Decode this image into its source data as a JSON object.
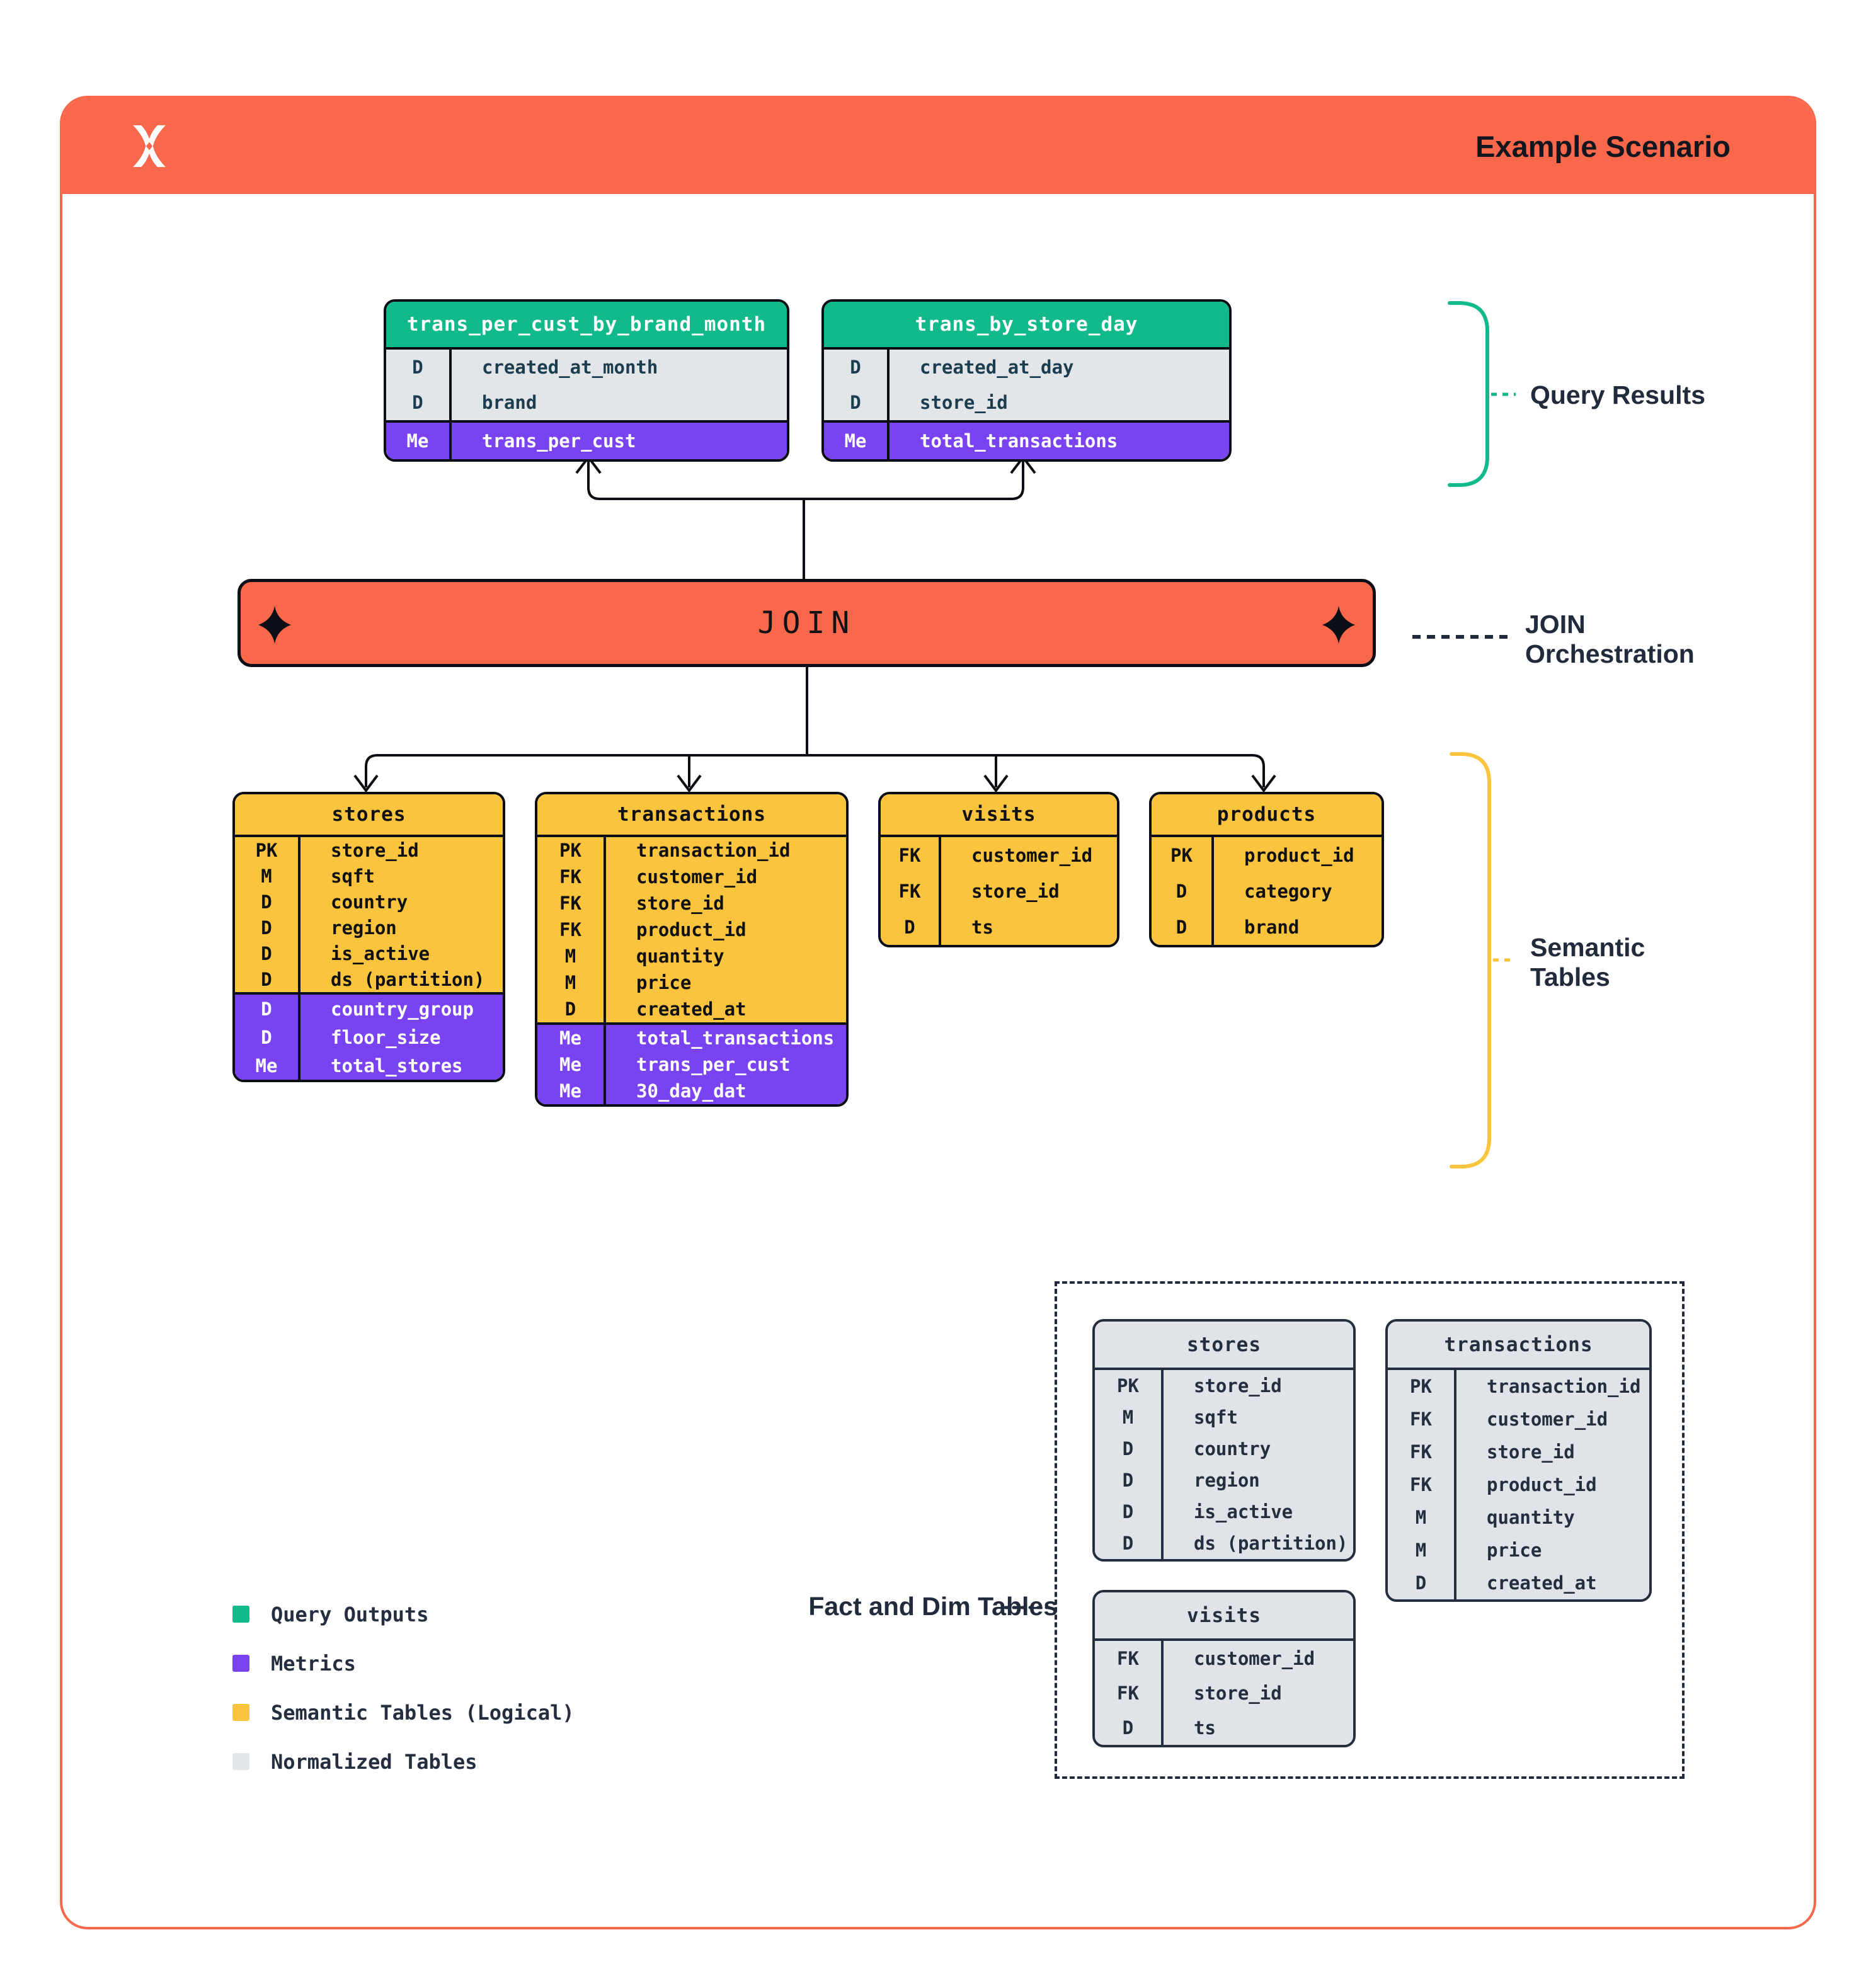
{
  "colors": {
    "accent_orange": "#F9684A",
    "teal_green": "#12B98B",
    "purple": "#7A43F2",
    "yellow": "#FBC43F",
    "gray_table": "#E0E3E8",
    "ink_border": "#0B0E14",
    "navy_text": "#242E3F"
  },
  "header": {
    "title": "Example Scenario",
    "logo_icon": "x-sparkle-logo"
  },
  "join": {
    "label": "JOIN"
  },
  "annotations": {
    "query_results": "Query Results",
    "join_orchestration": "JOIN\nOrchestration",
    "semantic_tables": "Semantic\nTables",
    "fact_dim": "Fact and Dim Tables"
  },
  "query_result_tables": [
    {
      "title": "trans_per_cust_by_brand_month",
      "dims": [
        [
          "D",
          "created_at_month"
        ],
        [
          "D",
          "brand"
        ]
      ],
      "metrics": [
        [
          "Me",
          "trans_per_cust"
        ]
      ]
    },
    {
      "title": "trans_by_store_day",
      "dims": [
        [
          "D",
          "created_at_day"
        ],
        [
          "D",
          "store_id"
        ]
      ],
      "metrics": [
        [
          "Me",
          "total_transactions"
        ]
      ]
    }
  ],
  "semantic_tables": [
    {
      "title": "stores",
      "fields": [
        [
          "PK",
          "store_id"
        ],
        [
          "M",
          "sqft"
        ],
        [
          "D",
          "country"
        ],
        [
          "D",
          "region"
        ],
        [
          "D",
          "is_active"
        ],
        [
          "D",
          "ds (partition)"
        ]
      ],
      "metrics": [
        [
          "D",
          "country_group"
        ],
        [
          "D",
          "floor_size"
        ],
        [
          "Me",
          "total_stores"
        ]
      ]
    },
    {
      "title": "transactions",
      "fields": [
        [
          "PK",
          "transaction_id"
        ],
        [
          "FK",
          "customer_id"
        ],
        [
          "FK",
          "store_id"
        ],
        [
          "FK",
          "product_id"
        ],
        [
          "M",
          "quantity"
        ],
        [
          "M",
          "price"
        ],
        [
          "D",
          "created_at"
        ]
      ],
      "metrics": [
        [
          "Me",
          "total_transactions"
        ],
        [
          "Me",
          "trans_per_cust"
        ],
        [
          "Me",
          "30_day_dat"
        ]
      ]
    },
    {
      "title": "visits",
      "fields": [
        [
          "FK",
          "customer_id"
        ],
        [
          "FK",
          "store_id"
        ],
        [
          "D",
          "ts"
        ]
      ],
      "metrics": []
    },
    {
      "title": "products",
      "fields": [
        [
          "PK",
          "product_id"
        ],
        [
          "D",
          "category"
        ],
        [
          "D",
          "brand"
        ]
      ],
      "metrics": []
    }
  ],
  "normalized_tables": [
    {
      "title": "stores",
      "fields": [
        [
          "PK",
          "store_id"
        ],
        [
          "M",
          "sqft"
        ],
        [
          "D",
          "country"
        ],
        [
          "D",
          "region"
        ],
        [
          "D",
          "is_active"
        ],
        [
          "D",
          "ds (partition)"
        ]
      ]
    },
    {
      "title": "transactions",
      "fields": [
        [
          "PK",
          "transaction_id"
        ],
        [
          "FK",
          "customer_id"
        ],
        [
          "FK",
          "store_id"
        ],
        [
          "FK",
          "product_id"
        ],
        [
          "M",
          "quantity"
        ],
        [
          "M",
          "price"
        ],
        [
          "D",
          "created_at"
        ]
      ]
    },
    {
      "title": "visits",
      "fields": [
        [
          "FK",
          "customer_id"
        ],
        [
          "FK",
          "store_id"
        ],
        [
          "D",
          "ts"
        ]
      ]
    }
  ],
  "legend": {
    "items": [
      {
        "label": "Query Outputs",
        "color": "#12B98B"
      },
      {
        "label": "Metrics",
        "color": "#7A43F2"
      },
      {
        "label": "Semantic Tables (Logical)",
        "color": "#FBC43F"
      },
      {
        "label": "Normalized Tables",
        "color": "#E0E3E8"
      }
    ]
  }
}
